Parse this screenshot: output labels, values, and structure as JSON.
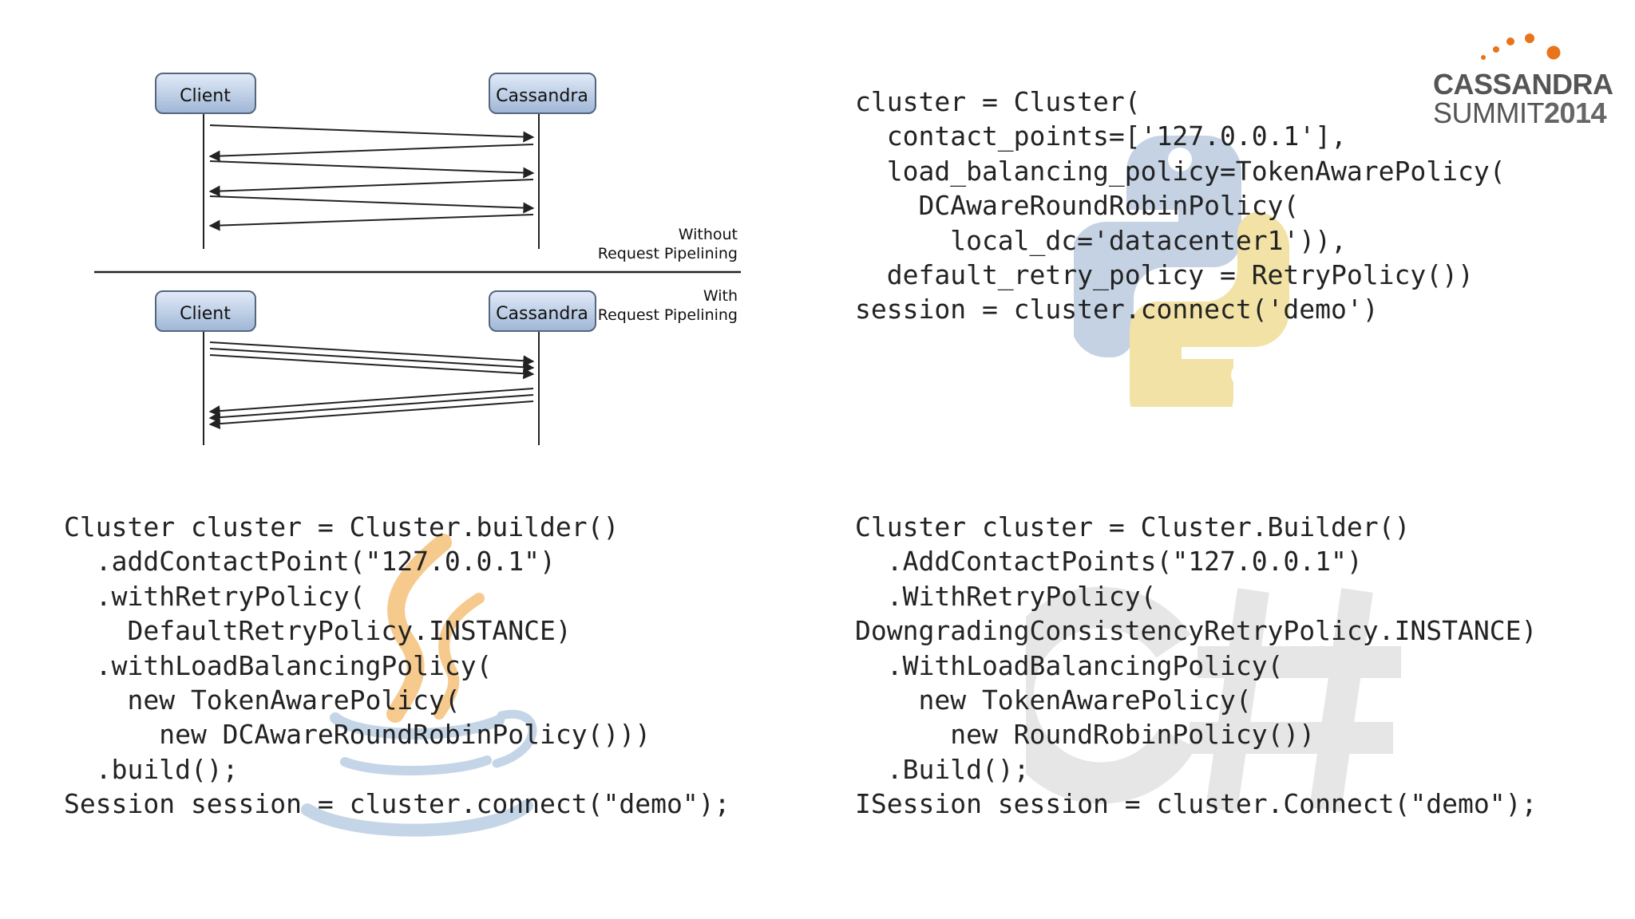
{
  "diagram": {
    "client_label": "Client",
    "server_label": "Cassandra",
    "without_line1": "Without",
    "without_line2": "Request Pipelining",
    "with_line1": "With",
    "with_line2": "Request Pipelining"
  },
  "branding": {
    "line1": "CASSANDRA",
    "line2_text": "SUMMIT",
    "line2_year": "2014",
    "dot_color": "#e8731b"
  },
  "code": {
    "python": "cluster = Cluster(\n  contact_points=['127.0.0.1'],\n  load_balancing_policy=TokenAwarePolicy(\n    DCAwareRoundRobinPolicy(\n      local_dc='datacenter1')),\n  default_retry_policy = RetryPolicy())\nsession = cluster.connect('demo')",
    "java": "Cluster cluster = Cluster.builder()\n  .addContactPoint(\"127.0.0.1\")\n  .withRetryPolicy(\n    DefaultRetryPolicy.INSTANCE)\n  .withLoadBalancingPolicy(\n    new TokenAwarePolicy(\n      new DCAwareRoundRobinPolicy()))\n  .build();\nSession session = cluster.connect(\"demo\");",
    "csharp": "Cluster cluster = Cluster.Builder()\n  .AddContactPoints(\"127.0.0.1\")\n  .WithRetryPolicy(\nDowngradingConsistencyRetryPolicy.INSTANCE)\n  .WithLoadBalancingPolicy(\n    new TokenAwarePolicy(\n      new RoundRobinPolicy())\n  .Build();\nISession session = cluster.Connect(\"demo\");"
  },
  "icons": {
    "python_logo": "python-logo",
    "java_logo": "java-logo",
    "csharp_logo": "csharp-logo"
  },
  "colors": {
    "python_blue": "#c4d2e4",
    "python_yellow": "#f3e2a6",
    "java_orange": "#f6c98d",
    "java_blue": "#c3d5e6",
    "csharp_gray": "#e6e6e6"
  }
}
